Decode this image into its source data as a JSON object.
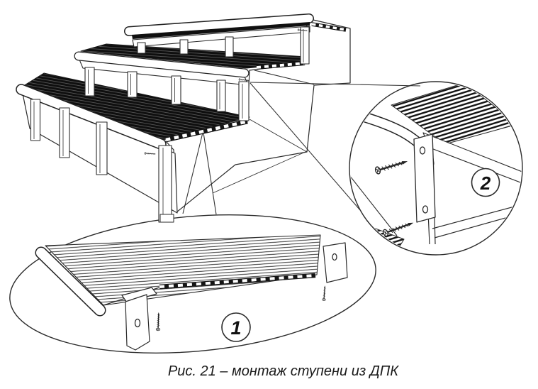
{
  "figure": {
    "caption": "Рис. 21 – монтаж ступени из ДПК",
    "callouts": [
      {
        "label": "1"
      },
      {
        "label": "2"
      }
    ]
  },
  "icons": {
    "screw": "screw-icon"
  },
  "colors": {
    "background": "#ffffff",
    "line": "#2b2b2b",
    "tread_dark": "#0f0f0f"
  }
}
